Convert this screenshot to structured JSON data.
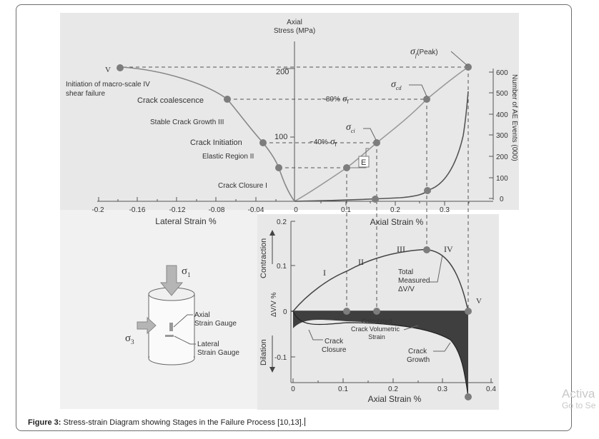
{
  "figure": {
    "top": {
      "y_title": [
        "Axial",
        "Stress (MPa)"
      ],
      "y_ticks": [
        "200",
        "100"
      ],
      "x_left_ticks": [
        "-0.2",
        "-0.16",
        "-0.12",
        "-0.08",
        "-0.04",
        "0"
      ],
      "x_left_label": "Lateral Strain %",
      "x_right_ticks": [
        "0.1",
        "0.2",
        "0.3"
      ],
      "x_right_label": "Axial Strain %",
      "ae_ticks": [
        "600",
        "500",
        "400",
        "300",
        "200",
        "100",
        "0"
      ],
      "ae_label": "Number of AE Events (000)",
      "stages": {
        "peak": "(Peak)",
        "shear_1": "Initiation of macro-scale IV",
        "shear_2": "shear failure",
        "coalescence": "Crack coalescence",
        "stable": "Stable Crack Growth III",
        "initiation": "Crack Initiation",
        "elastic": "Elastic Region II",
        "closure": "Crack Closure I",
        "pct80": "~80%",
        "pct40": "~40%",
        "e_label": "E",
        "v_label": "V"
      }
    },
    "bottom": {
      "y_ticks": [
        "0.2",
        "0.1",
        "0",
        "-0.1"
      ],
      "y_contraction": "Contraction",
      "y_mid": "ΔV/V %",
      "y_dilation": "Dilation",
      "x_ticks": [
        "0",
        "0.1",
        "0.2",
        "0.3",
        "0.4"
      ],
      "x_label": "Axial Strain %",
      "roman": [
        "I",
        "II",
        "III",
        "IV",
        "V"
      ],
      "total": [
        "Total",
        "Measured",
        "ΔV/V"
      ],
      "calculated": [
        "Calculated",
        "Crack Volumetric",
        "Strain"
      ],
      "closure": [
        "Crack",
        "Closure"
      ],
      "growth": [
        "Crack",
        "Growth"
      ]
    },
    "specimen": {
      "axial_gauge": [
        "Axial",
        "Strain Gauge"
      ],
      "lateral_gauge": [
        "Lateral",
        "Strain Gauge"
      ]
    }
  },
  "caption": {
    "prefix": "Figure 3:",
    "text": " Stress-strain Diagram showing Stages in the Failure Process [10,13]."
  },
  "watermark": {
    "line1": "Activa",
    "line2": "Go to Se"
  }
}
